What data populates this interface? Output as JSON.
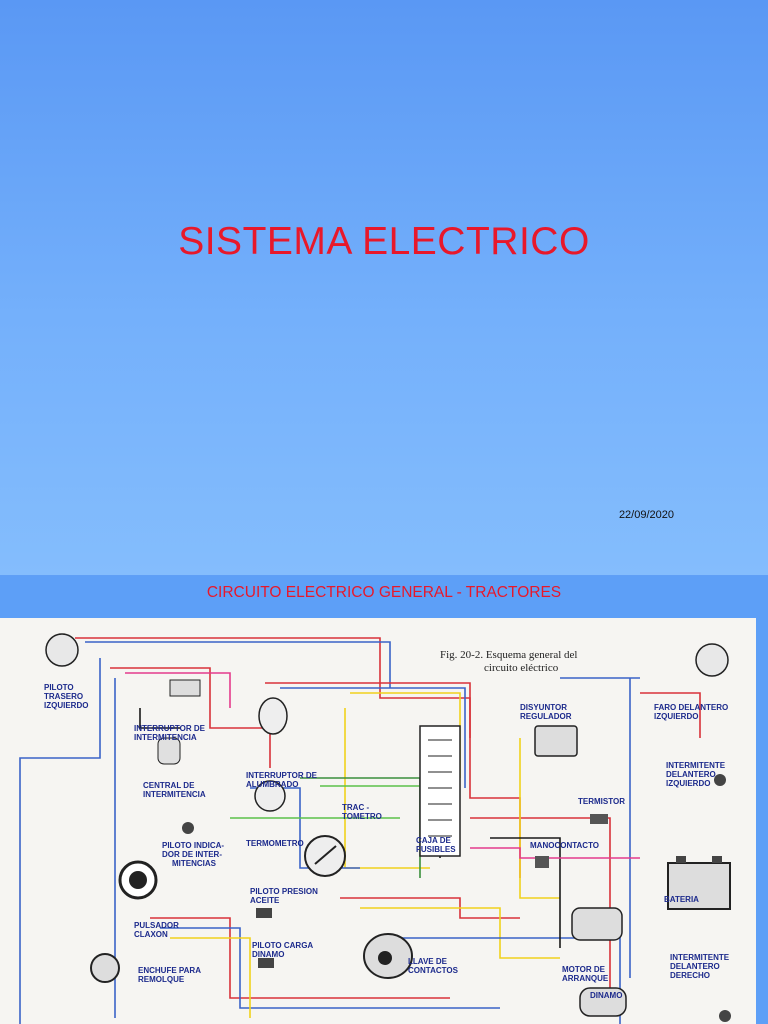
{
  "slide1": {
    "title": "SISTEMA ELECTRICO",
    "date": "22/09/2020"
  },
  "slide2": {
    "subtitle": "CIRCUITO ELECTRICO GENERAL - TRACTORES",
    "figure": {
      "caption_line1": "Fig. 20-2.  Esquema general del",
      "caption_line2": "circuito eléctrico",
      "labels": {
        "piloto_trasero": [
          "PILOTO",
          "TRASERO",
          "IZQUIERDO"
        ],
        "interruptor_intermitencia": [
          "INTERRUPTOR DE",
          "INTERMITENCIA"
        ],
        "central_intermitencia": [
          "CENTRAL DE",
          "INTERMITENCIA"
        ],
        "piloto_indicador": [
          "PILOTO INDICA-",
          "DOR DE INTER-",
          "MITENCIAS"
        ],
        "pulsador_claxon": [
          "PULSADOR",
          "CLAXON"
        ],
        "enchufe_remolque": [
          "ENCHUFE PARA",
          "REMOLQUE"
        ],
        "interruptor_alumbrado": [
          "INTERRUPTOR DE",
          "ALUMBRADO"
        ],
        "tractometro": [
          "TRAC -",
          "TOMETRO"
        ],
        "termometro": [
          "TERMOMETRO"
        ],
        "piloto_presion": [
          "PILOTO PRESION",
          "ACEITE"
        ],
        "piloto_carga": [
          "PILOTO CARGA",
          "DINAMO"
        ],
        "caja_fusibles": [
          "CAJA DE",
          "FUSIBLES"
        ],
        "llave_contactos": [
          "LLAVE DE",
          "CONTACTOS"
        ],
        "disyuntor": [
          "DISYUNTOR",
          "REGULADOR"
        ],
        "termistor": [
          "TERMISTOR"
        ],
        "manocontacto": [
          "MANOCONTACTO"
        ],
        "motor_arranque": [
          "MOTOR DE",
          "ARRANQUE"
        ],
        "dinamo": [
          "DINAMO"
        ],
        "faro_delantero": [
          "FARO DELANTERO",
          "IZQUIERDO"
        ],
        "intermitente_izq": [
          "INTERMITENTE",
          "DELANTERO",
          "IZQUIERDO"
        ],
        "bateria": [
          "BATERIA"
        ],
        "intermitente_der": [
          "INTERMITENTE",
          "DELANTERO",
          "DERECHO"
        ]
      }
    }
  }
}
